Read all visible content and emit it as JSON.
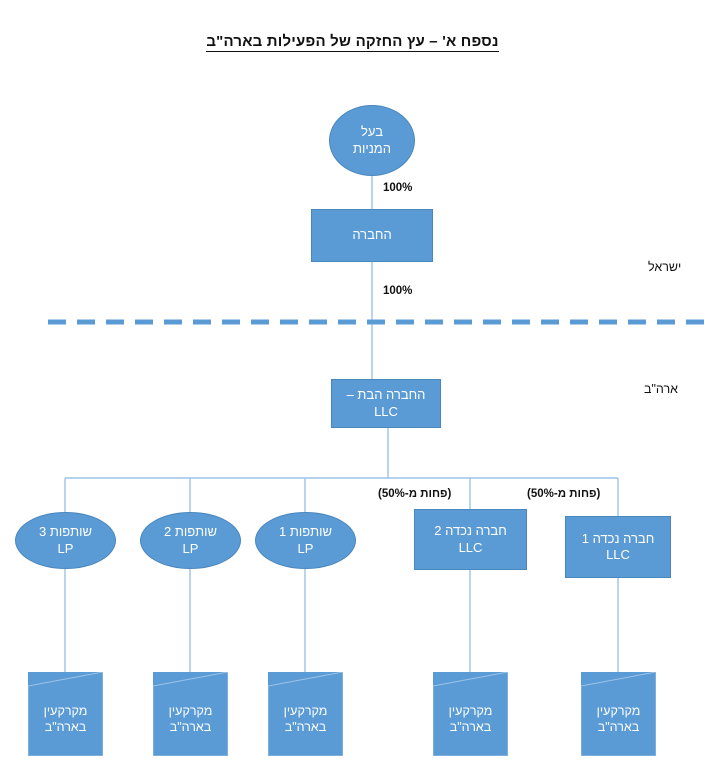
{
  "title": "נספח א' – עץ החזקה של הפעילות בארה\"ב",
  "colors": {
    "node_fill": "#5B9BD5",
    "node_stroke": "#4A87BD",
    "connector": "#9CC3E5",
    "divider": "#5B9BD5",
    "text_on_node": "#FFFFFF",
    "label_text": "#111111"
  },
  "nodes": {
    "shareholder": {
      "label": "בעל\nהמניות",
      "shape": "ellipse"
    },
    "company": {
      "label": "החברה",
      "shape": "rectangle"
    },
    "subsidiary": {
      "label": "החברה הבת –\nLLC",
      "shape": "rectangle"
    },
    "partnerships": [
      {
        "label": "שותפות 3\nLP",
        "shape": "ellipse"
      },
      {
        "label": "שותפות 2\nLP",
        "shape": "ellipse"
      },
      {
        "label": "שותפות 1\nLP",
        "shape": "ellipse"
      }
    ],
    "grandchild_companies": [
      {
        "label": "חברה נכדה 2\nLLC",
        "shape": "rectangle"
      },
      {
        "label": "חברה נכדה 1\nLLC",
        "shape": "rectangle"
      }
    ],
    "properties": [
      {
        "label": "מקרקעין\nבארה\"ב",
        "shape": "parallelogram"
      },
      {
        "label": "מקרקעין\nבארה\"ב",
        "shape": "parallelogram"
      },
      {
        "label": "מקרקעין\nבארה\"ב",
        "shape": "parallelogram"
      },
      {
        "label": "מקרקעין\nבארה\"ב",
        "shape": "parallelogram"
      },
      {
        "label": "מקרקעין\nבארה\"ב",
        "shape": "parallelogram"
      }
    ]
  },
  "edge_labels": {
    "shareholder_to_company": "100%",
    "company_to_subsidiary": "100%",
    "subsidiary_to_grandchild_2": "(פחות מ-50%)",
    "subsidiary_to_grandchild_1": "(פחות מ-50%)"
  },
  "region_labels": {
    "above_divider": "ישראל",
    "below_divider": "ארה\"ב"
  }
}
